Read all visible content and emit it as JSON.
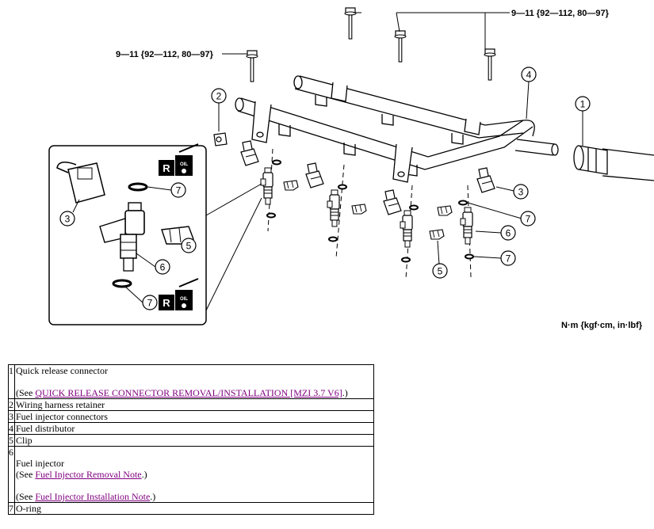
{
  "diagram": {
    "callouts": [
      "1",
      "2",
      "3",
      "4",
      "5",
      "6",
      "7"
    ],
    "torque_top": "9—11 {92—112, 80—97}",
    "torque_left": "9—11 {92—112, 80—97}",
    "badge_r": "R",
    "badge_oil": "OIL",
    "units": "N·m {kgf·cm, in·lbf}"
  },
  "parts": [
    {
      "num": "1",
      "name": "Quick release connector",
      "see_prefix": "(See ",
      "link": "QUICK RELEASE CONNECTOR REMOVAL/INSTALLATION [MZI 3.7 V6]",
      "see_suffix": ".)"
    },
    {
      "num": "2",
      "name": "Wiring harness retainer"
    },
    {
      "num": "3",
      "name": "Fuel injector connectors"
    },
    {
      "num": "4",
      "name": "Fuel distributor"
    },
    {
      "num": "5",
      "name": "Clip"
    },
    {
      "num": "6",
      "name": "Fuel injector",
      "see1_prefix": "(See ",
      "link1": "Fuel Injector Removal Note",
      "see1_suffix": ".)",
      "see2_prefix": "(See ",
      "link2": "Fuel Injector Installation Note",
      "see2_suffix": ".)"
    },
    {
      "num": "7",
      "name": "O-ring"
    }
  ]
}
